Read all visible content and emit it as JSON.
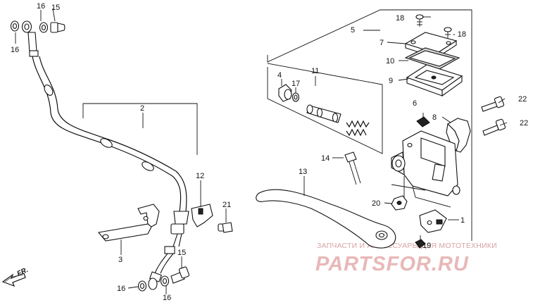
{
  "callouts": {
    "c16a": "16",
    "c15a": "15",
    "c16b": "16",
    "c2": "2",
    "c12": "12",
    "c21": "21",
    "c3": "3",
    "c15b": "15",
    "c16c": "16",
    "c18a": "18",
    "c5": "5",
    "c18b": "- 18",
    "c7": "7",
    "c10": "10",
    "c9": "9",
    "c4": "4",
    "c11": "11",
    "c17": "17",
    "c6": "6",
    "c8": "8",
    "c22a": "22",
    "c22b": "22",
    "c14": "14",
    "c13": "13",
    "c20": "20",
    "c1": "1",
    "c19": "19",
    "c16d": "16"
  },
  "direction_label": "FR.",
  "watermark": {
    "caption": "ЗАПЧАСТИ И АКСЕССУАРЫ ДЛЯ МОТОТЕХНИКИ",
    "brand": "PARTSFOR.RU"
  }
}
